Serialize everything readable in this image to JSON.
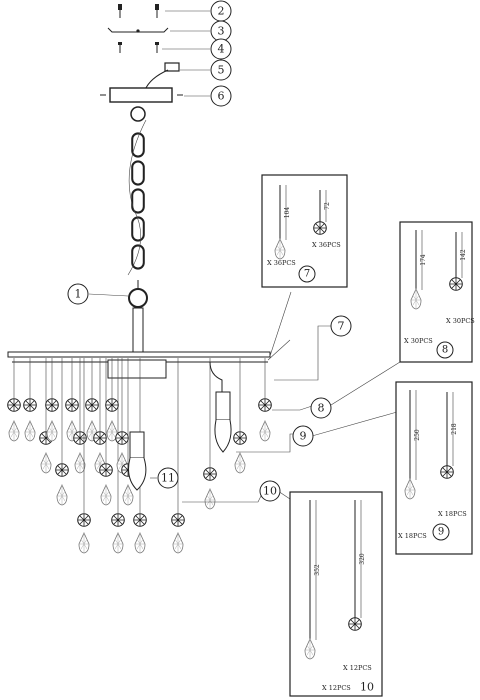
{
  "callouts": [
    {
      "id": "1",
      "label": "1"
    },
    {
      "id": "2",
      "label": "2"
    },
    {
      "id": "3",
      "label": "3"
    },
    {
      "id": "4",
      "label": "4"
    },
    {
      "id": "5",
      "label": "5"
    },
    {
      "id": "6",
      "label": "6"
    },
    {
      "id": "7",
      "label": "7"
    },
    {
      "id": "8",
      "label": "8"
    },
    {
      "id": "9",
      "label": "9"
    },
    {
      "id": "10",
      "label": "10"
    },
    {
      "id": "11",
      "label": "11"
    }
  ],
  "detail_boxes": [
    {
      "id": "7",
      "label": "7",
      "qty_a": "X 36PCS",
      "qty_b": "X 36PCS",
      "dim_a": "104",
      "dim_b": "72"
    },
    {
      "id": "8",
      "label": "8",
      "qty_a": "X 30PCS",
      "qty_b": "X 30PCS",
      "dim_a": "174",
      "dim_b": "142"
    },
    {
      "id": "9",
      "label": "9",
      "qty_a": "X 18PCS",
      "qty_b": "X 18PCS",
      "dim_a": "250",
      "dim_b": "218"
    },
    {
      "id": "10",
      "label": "10",
      "qty_a": "X 12PCS",
      "qty_b": "X 12PCS",
      "dim_a": "352",
      "dim_b": "320"
    }
  ]
}
